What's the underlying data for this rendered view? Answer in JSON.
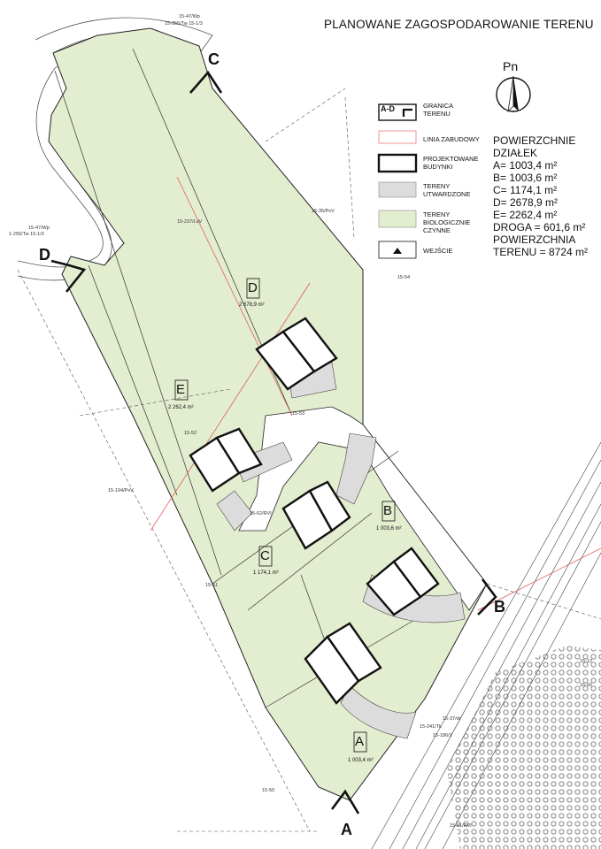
{
  "title": "PLANOWANE ZAGOSPODAROWANIE TERENU",
  "compass_label": "Pn",
  "legend": {
    "boundary_sym": "A-D",
    "boundary": "GRANICA\nTERENU",
    "building_line": "LINIA ZABUDOWY",
    "buildings": "PROJEKTOWANE\nBUDYNKI",
    "paved": "TERENY\nUTWARDZONE",
    "green": "TERENY\nBIOLOGICZNIE\nCZYNNE",
    "entrance": "WEJŚCIE"
  },
  "areas": {
    "heading1": "POWIERZCHNIE",
    "heading2": "DZIAŁEK",
    "a": "A= 1003,4 m²",
    "b": "B= 1003,6 m²",
    "c": "C= 1174,1 m²",
    "d": "D= 2678,9 m²",
    "e": "E= 2262,4 m²",
    "road": "DROGA = 601,6 m²",
    "total1": "POWIERZCHNIA",
    "total2": "TERENU = 8724 m²"
  },
  "plots": {
    "a": {
      "letter": "A",
      "area": "1 003,4 m²"
    },
    "b": {
      "letter": "B",
      "area": "1 003,6 m²"
    },
    "c": {
      "letter": "C",
      "area": "1 174,1 m²"
    },
    "d": {
      "letter": "D",
      "area": "2 678,9 m²"
    },
    "e": {
      "letter": "E",
      "area": "2 262,4 m²"
    }
  },
  "sections": {
    "a": "A",
    "b": "B",
    "c": "C",
    "d": "D"
  },
  "parcel_labels": {
    "top1": "15-47/Wp",
    "top2": "15-255/Tw 15-1/3",
    "left1": "15-47/Wp",
    "left2": "1-255/Tw 15-1/3",
    "p237": "15-237/LsV",
    "p35": "15-35/PsV",
    "p54": "15-54",
    "p53": "15-53",
    "p52": "15-52",
    "p194": "15-194/PsV",
    "p62": "15-62/RVI",
    "p51": "15-51",
    "p50": "15-50",
    "p37": "15-37/dr",
    "p241": "15-241/Tk",
    "p186": "15-186/1",
    "p61": "15-61/RVI",
    "p12": "15-12",
    "p60": "15-60"
  },
  "colors": {
    "green": "#e3edcf",
    "paved": "#dcdcdc",
    "building_line": "#d9534f",
    "outline": "#222222"
  }
}
